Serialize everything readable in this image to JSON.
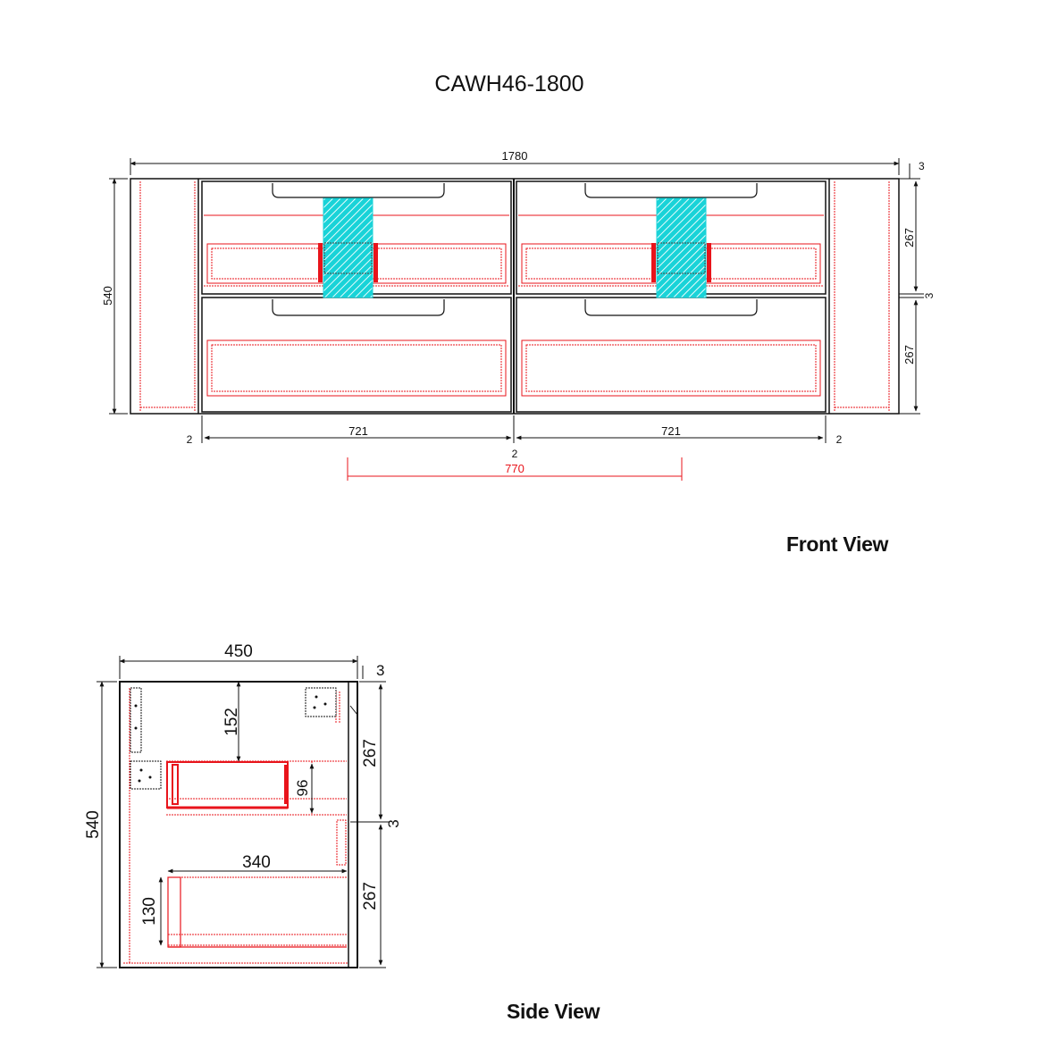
{
  "drawing": {
    "title": "CAWH46-1800",
    "front_view_label": "Front View",
    "side_view_label": "Side View"
  },
  "front": {
    "overall_width": "1780",
    "overall_height": "540",
    "top_gap": "3",
    "drawer_height_top": "267",
    "mid_gap": "3",
    "drawer_height_bottom": "267",
    "left_gap": "2",
    "drawer_width_left": "721",
    "center_gap": "2",
    "drawer_width_right": "721",
    "right_gap": "2",
    "basin_spacing": "770"
  },
  "side": {
    "depth": "450",
    "height": "540",
    "top_gap": "3",
    "top_clearance": "152",
    "inner_drawer_height": "96",
    "drawer_height_top": "267",
    "mid_gap": "3",
    "bottom_drawer_depth": "340",
    "bottom_drawer_height": "130",
    "drawer_height_bottom": "267"
  },
  "colors": {
    "outline": "#111111",
    "hidden_lines": "#e8141b",
    "waste_fitting": "#19d3d8",
    "basin_dim": "#e8141b"
  }
}
